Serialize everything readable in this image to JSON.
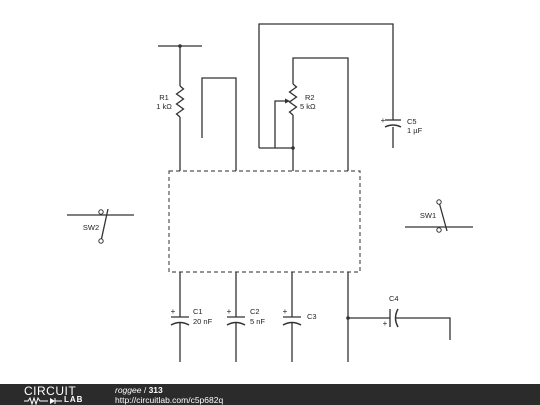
{
  "components": {
    "r1": {
      "ref": "R1",
      "value": "1 kΩ"
    },
    "r2": {
      "ref": "R2",
      "value": "5 kΩ"
    },
    "c1": {
      "ref": "C1",
      "value": "20 nF"
    },
    "c2": {
      "ref": "C2",
      "value": "5 nF"
    },
    "c3": {
      "ref": "C3",
      "value": ""
    },
    "c4": {
      "ref": "C4",
      "value": ""
    },
    "c5": {
      "ref": "C5",
      "value": "1 µF"
    },
    "sw1": {
      "ref": "SW1"
    },
    "sw2": {
      "ref": "SW2"
    },
    "polarity_mark": "+"
  },
  "footer": {
    "logo_top": "CIRCUIT",
    "logo_bottom": "LAB",
    "author": "roggee",
    "separator": " / ",
    "circuit_id": "313",
    "url": "http://circuitlab.com/c5p682q"
  },
  "colors": {
    "wire": "#333333",
    "footer_bg": "#2b2b2b",
    "footer_text": "#ffffff"
  }
}
